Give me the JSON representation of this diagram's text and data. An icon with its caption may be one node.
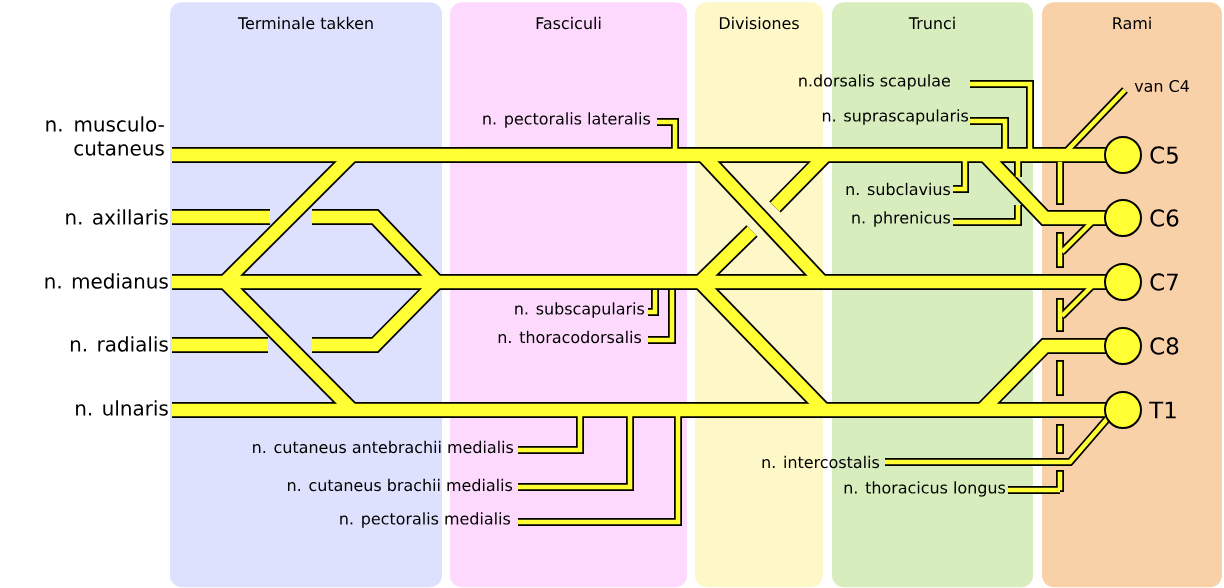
{
  "diagram": {
    "nodes": [
      {
        "text": [
          "Terminale takken"
        ]
      },
      {
        "text": [
          "Fasciculi"
        ]
      },
      {
        "text": [
          "Divisiones"
        ]
      },
      {
        "text": [
          "Trunci"
        ]
      },
      {
        "text": [
          "Rami"
        ]
      },
      {
        "text": [
          "C5"
        ],
        "in": 4
      },
      {
        "text": [
          "C6"
        ],
        "in": 4
      },
      {
        "text": [
          "C7"
        ],
        "in": 4
      },
      {
        "text": [
          "C8"
        ],
        "in": 4
      },
      {
        "text": [
          "T1"
        ],
        "in": 4
      }
    ],
    "labels": [
      "n.dorsalis scapulae",
      "van C4",
      "n. musculo-cutaneus",
      "n. pectoralis lateralis",
      "n. suprascapularis",
      "n. subclavius",
      "n. axillaris",
      "n. phrenicus",
      "n. medianus",
      "n. subscapularis",
      "n. thoracodorsalis",
      "n. radialis",
      "n. ulnaris",
      "n. cutaneus antebrachii medialis",
      "n. intercostalis",
      "n. cutaneus brachii medialis",
      "n. thoracicus longus",
      "n. pectoralis medialis"
    ]
  }
}
